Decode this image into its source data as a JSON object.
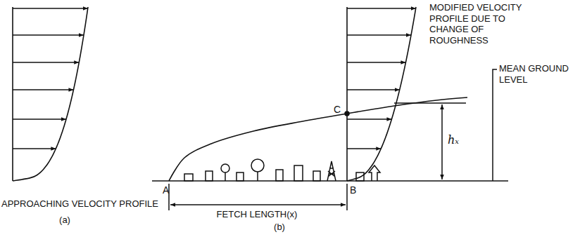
{
  "diagram": {
    "labels": [
      "APPROACHING VELOCITY PROFILE",
      "(a)",
      "MODIFIED VELOCITY PROFILE DUE TO CHANGE OF ROUGHNESS",
      "C",
      "hₓ",
      "MEAN GROUND LEVEL",
      "A",
      "B",
      "FETCH LENGTH(x)",
      "(b)"
    ]
  }
}
